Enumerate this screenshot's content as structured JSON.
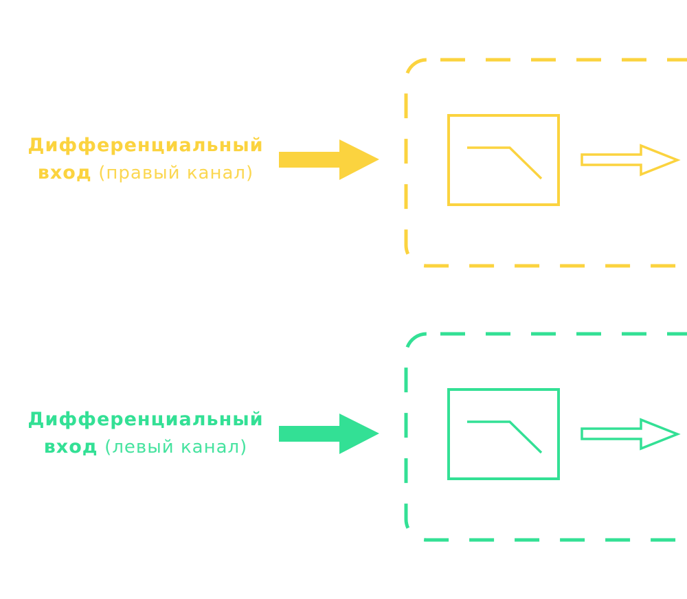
{
  "colors": {
    "right_channel": "#FBD33F",
    "left_channel": "#33E095"
  },
  "channels": [
    {
      "id": "right",
      "title": "Дифференциальный",
      "word": "вход",
      "note": "(правый канал)",
      "icon": "lowpass-filter-icon"
    },
    {
      "id": "left",
      "title": "Дифференциальный",
      "word": "вход",
      "note": "(левый канал)",
      "icon": "lowpass-filter-icon"
    }
  ]
}
